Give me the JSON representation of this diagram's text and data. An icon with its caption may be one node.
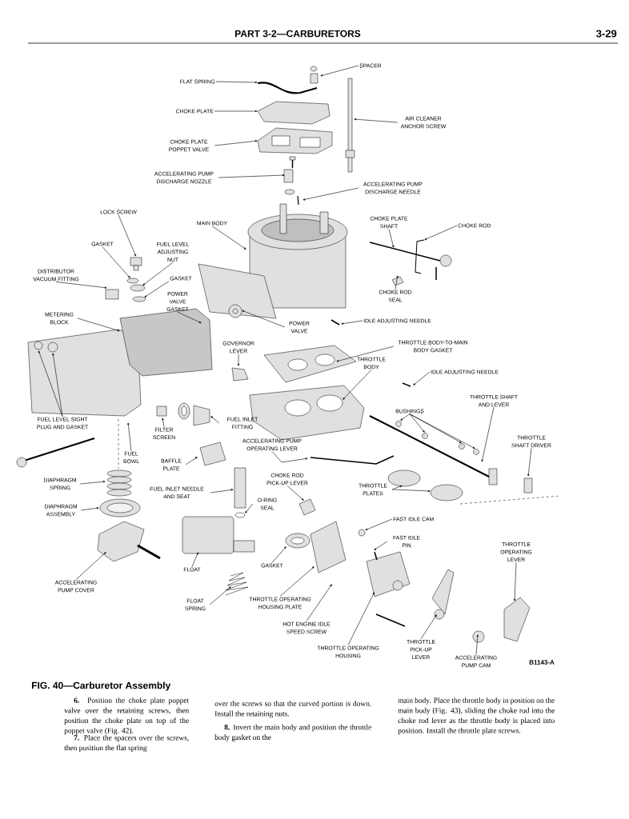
{
  "diagram": {
    "title": "PART 3-2—CARBURETORS",
    "caption": "FIG. 40—Carburetor Assembly",
    "nodes": [
      {
        "text": [
          "SPACER"
        ]
      },
      {
        "text": [
          "FLAT SPRING"
        ]
      },
      {
        "text": [
          "CHOKE PLATE"
        ]
      },
      {
        "text": [
          "CHOKE PLATE POPPET VALVE"
        ]
      },
      {
        "text": [
          "AIR CLEANER ANCHOR SCREW"
        ]
      },
      {
        "text": [
          "ACCELERATING PUMP DISCHARGE NOZZLE"
        ]
      },
      {
        "text": [
          "ACCELERATING PUMP DISCHARGE NEEDLE"
        ]
      },
      {
        "text": [
          "LOCK SCREW"
        ]
      },
      {
        "text": [
          "MAIN BODY"
        ]
      },
      {
        "text": [
          "GASKET"
        ]
      },
      {
        "text": [
          "FUEL LEVEL ADJUSTING NUT"
        ]
      },
      {
        "text": [
          "DISTRIBUTOR VACUUM FITTING"
        ]
      },
      {
        "text": [
          "GASKET"
        ]
      },
      {
        "text": [
          "POWER VALVE GASKET"
        ]
      },
      {
        "text": [
          "METERING BLOCK"
        ]
      },
      {
        "text": [
          "POWER VALVE"
        ]
      },
      {
        "text": [
          "CHOKE PLATE SHAFT"
        ]
      },
      {
        "text": [
          "CHOKE ROD"
        ]
      },
      {
        "text": [
          "CHOKE ROD SEAL"
        ]
      },
      {
        "text": [
          "IDLE ADJUSTING NEEDLE"
        ]
      },
      {
        "text": [
          "GOVERNOR LEVER"
        ]
      },
      {
        "text": [
          "THROTTLE BODY-TO-MAIN BODY GASKET"
        ]
      },
      {
        "text": [
          "THROTTLE BODY"
        ]
      },
      {
        "text": [
          "IDLE ADJUSTING NEEDLE"
        ]
      },
      {
        "text": [
          "BUSHINGS"
        ]
      },
      {
        "text": [
          "THROTTLE SHAFT AND LEVER"
        ]
      },
      {
        "text": [
          "THROTTLE SHAFT DRIVER"
        ]
      },
      {
        "text": [
          "FUEL LEVEL SIGHT PLUG AND GASKET"
        ]
      },
      {
        "text": [
          "FILTER SCREEN"
        ]
      },
      {
        "text": [
          "FUEL INLET FITTING"
        ]
      },
      {
        "text": [
          "FUEL BOWL"
        ]
      },
      {
        "text": [
          "ACCELERATING PUMP OPERATING LEVER"
        ]
      },
      {
        "text": [
          "BAFFLE PLATE"
        ]
      },
      {
        "text": [
          "DIAPHRAGM SPRING"
        ]
      },
      {
        "text": [
          "FUEL INLET NEEDLE AND SEAT"
        ]
      },
      {
        "text": [
          "CHOKE ROD PICK-UP LEVER"
        ]
      },
      {
        "text": [
          "THROTTLE PLATES"
        ]
      },
      {
        "text": [
          "O-RING SEAL"
        ]
      },
      {
        "text": [
          "DIAPHRAGM ASSEMBLY"
        ]
      },
      {
        "text": [
          "FAST IDLE CAM"
        ]
      },
      {
        "text": [
          "FAST IDLE PIN"
        ]
      },
      {
        "text": [
          "THROTTLE OPERATING LEVER"
        ]
      },
      {
        "text": [
          "FLOAT"
        ]
      },
      {
        "text": [
          "GASKET"
        ]
      },
      {
        "text": [
          "ACCELERATING PUMP COVER"
        ]
      },
      {
        "text": [
          "FLOAT SPRING"
        ]
      },
      {
        "text": [
          "THROTTLE OPERATING HOUSING PLATE"
        ]
      },
      {
        "text": [
          "HOT ENGINE IDLE SPEED SCREW"
        ]
      },
      {
        "text": [
          "THROTTLE OPERATING HOUSING"
        ]
      },
      {
        "text": [
          "THROTTLE PICK-UP LEVER"
        ]
      },
      {
        "text": [
          "ACCELERATING PUMP CAM"
        ]
      }
    ],
    "edges": [
      {
        "from": 0,
        "to": null,
        "arrow": "to"
      },
      {
        "from": 1,
        "to": null,
        "arrow": "to"
      },
      {
        "from": 2,
        "to": null,
        "arrow": "to"
      },
      {
        "from": 3,
        "to": null,
        "arrow": "to"
      },
      {
        "from": 4,
        "to": null,
        "arrow": "to"
      },
      {
        "from": 5,
        "to": null,
        "arrow": "to"
      },
      {
        "from": 6,
        "to": null,
        "arrow": "to"
      },
      {
        "from": 7,
        "to": null,
        "arrow": "to"
      },
      {
        "from": 8,
        "to": null,
        "arrow": "to"
      },
      {
        "from": 9,
        "to": null,
        "arrow": "to"
      },
      {
        "from": 10,
        "to": null,
        "arrow": "to"
      },
      {
        "from": 11,
        "to": null,
        "arrow": "to"
      },
      {
        "from": 12,
        "to": null,
        "arrow": "to"
      },
      {
        "from": 13,
        "to": null,
        "arrow": "to"
      },
      {
        "from": 14,
        "to": null,
        "arrow": "to"
      },
      {
        "from": 15,
        "to": null,
        "arrow": "to"
      },
      {
        "from": 16,
        "to": null,
        "arrow": "to"
      },
      {
        "from": 17,
        "to": null,
        "arrow": "to"
      },
      {
        "from": 18,
        "to": null,
        "arrow": "to"
      },
      {
        "from": 19,
        "to": null,
        "arrow": "to"
      },
      {
        "from": 20,
        "to": null,
        "arrow": "to"
      },
      {
        "from": 21,
        "to": null,
        "arrow": "to"
      },
      {
        "from": 22,
        "to": null,
        "arrow": "to"
      },
      {
        "from": 23,
        "to": null,
        "arrow": "to"
      },
      {
        "from": 24,
        "to": null,
        "arrow": "to"
      },
      {
        "from": 24,
        "to": null,
        "arrow": "to"
      },
      {
        "from": 24,
        "to": null,
        "arrow": "to"
      },
      {
        "from": 24,
        "to": null,
        "arrow": "to"
      },
      {
        "from": 25,
        "to": null,
        "arrow": "to"
      },
      {
        "from": 26,
        "to": null,
        "arrow": "to"
      },
      {
        "from": 27,
        "to": null,
        "arrow": "to"
      },
      {
        "from": 27,
        "to": null,
        "arrow": "to"
      },
      {
        "from": 28,
        "to": null,
        "arrow": "to"
      },
      {
        "from": 29,
        "to": null,
        "arrow": "to"
      },
      {
        "from": 30,
        "to": null,
        "arrow": "to"
      },
      {
        "from": 31,
        "to": null,
        "arrow": "to"
      },
      {
        "from": 32,
        "to": null,
        "arrow": "to"
      },
      {
        "from": 33,
        "to": null,
        "arrow": "to"
      },
      {
        "from": 34,
        "to": null,
        "arrow": "to"
      },
      {
        "from": 35,
        "to": null,
        "arrow": "to"
      },
      {
        "from": 36,
        "to": null,
        "arrow": "to"
      },
      {
        "from": 36,
        "to": null,
        "arrow": "to"
      },
      {
        "from": 37,
        "to": null,
        "arrow": "to"
      },
      {
        "from": 38,
        "to": null,
        "arrow": "to"
      },
      {
        "from": 39,
        "to": null,
        "arrow": "to"
      },
      {
        "from": 40,
        "to": null,
        "arrow": "to"
      },
      {
        "from": 41,
        "to": null,
        "arrow": "to"
      },
      {
        "from": 42,
        "to": null,
        "arrow": "to"
      },
      {
        "from": 43,
        "to": null,
        "arrow": "to"
      },
      {
        "from": 44,
        "to": null,
        "arrow": "to"
      },
      {
        "from": 45,
        "to": null,
        "arrow": "to"
      },
      {
        "from": 46,
        "to": null,
        "arrow": "to"
      },
      {
        "from": 47,
        "to": null,
        "arrow": "to"
      },
      {
        "from": 48,
        "to": null,
        "arrow": "to"
      },
      {
        "from": 49,
        "to": null,
        "arrow": "to"
      },
      {
        "from": 50,
        "to": null,
        "arrow": "to"
      }
    ],
    "labels": [
      "3-29",
      "B1143-A",
      "**6.** Position the choke plate poppet valve over the retaining screws, then position the choke plate on top of the poppet valve (Fig. 42).",
      "**7.** Place the spacers over the screws, then position the flat spring",
      "over the screws so that the curved portion is down. Install the retaining nuts.",
      "**8.** Invert the main body and position the throttle body gasket on the",
      "main body. Place the throttle body in position on the main body (Fig. 43), sliding the choke rod into the choke rod lever as the throttle body is placed into position. Install the throttle plate screws."
    ]
  }
}
